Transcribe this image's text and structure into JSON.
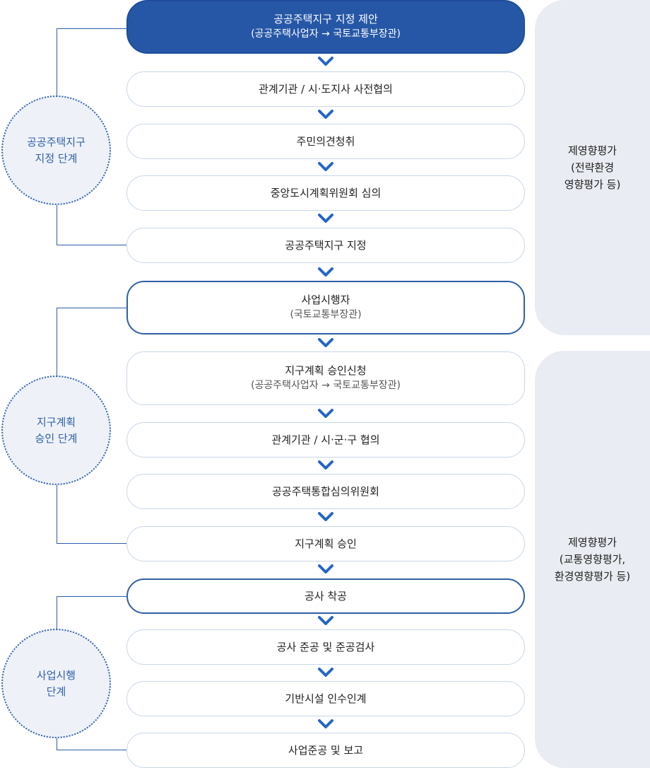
{
  "steps": [
    {
      "line1": "공공주택지구 지정 제안",
      "line2": "(공공주택사업자 → 국토교통부장관)"
    },
    {
      "line1": "관계기관 / 시·도지사 사전협의"
    },
    {
      "line1": "주민의견청취"
    },
    {
      "line1": "중앙도시계획위원회 심의"
    },
    {
      "line1": "공공주택지구 지정"
    },
    {
      "line1": "사업시행자",
      "line2": "(국토교통부장관)"
    },
    {
      "line1": "지구계획 승인신청",
      "line2": "(공공주택사업자 → 국토교통부장관)"
    },
    {
      "line1": "관계기관 / 시·군·구 협의"
    },
    {
      "line1": "공공주택통합심의위원회"
    },
    {
      "line1": "지구계획 승인"
    },
    {
      "line1": "공사 착공"
    },
    {
      "line1": "공사 준공 및 준공검사"
    },
    {
      "line1": "기반시설 인수인계"
    },
    {
      "line1": "사업준공 및 보고"
    }
  ],
  "stages": [
    {
      "line1": "공공주택지구",
      "line2": "지정 단계"
    },
    {
      "line1": "지구계획",
      "line2": "승인 단계"
    },
    {
      "line1": "사업시행",
      "line2": "단계"
    }
  ],
  "side_notes": [
    {
      "line1": "제영향평가",
      "line2": "(전략환경",
      "line3": "영향평가 등)"
    },
    {
      "line1": "제영향평가",
      "line2": "(교통영향평가,",
      "line3": "환경영향평가 등)"
    }
  ],
  "colors": {
    "primary": "#2657a7",
    "arrow": "#2366c6",
    "stage_bg": "#eef2f8",
    "side_bg": "#e9ecf2"
  }
}
